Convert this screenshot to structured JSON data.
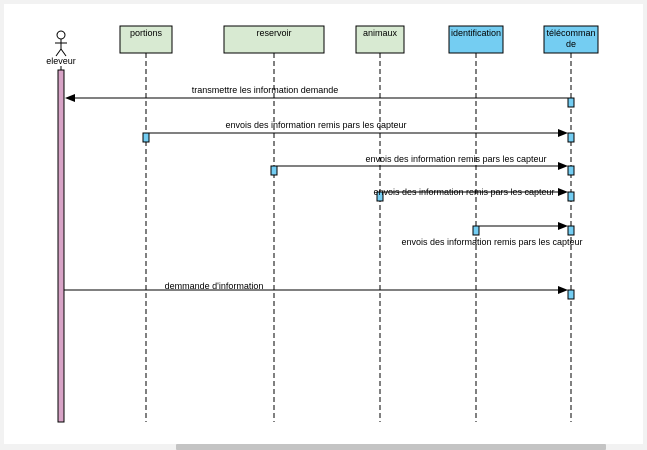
{
  "actor": {
    "name": "eleveur"
  },
  "participants": [
    {
      "name": "portions",
      "color": "#d8ead2"
    },
    {
      "name": "reservoir",
      "color": "#d8ead2"
    },
    {
      "name": "animaux",
      "color": "#d8ead2"
    },
    {
      "name": "identification",
      "color": "#74cdf2"
    },
    {
      "name": "télécommande",
      "color": "#74cdf2"
    }
  ],
  "participant_label_lines": [
    [
      "portions"
    ],
    [
      "reservoir"
    ],
    [
      "animaux"
    ],
    [
      "identification"
    ],
    [
      "télécomman",
      "de"
    ]
  ],
  "messages": [
    {
      "from": "télécommande",
      "to": "eleveur",
      "label": "transmettre les information demande"
    },
    {
      "from": "portions",
      "to": "télécommande",
      "label": "envois des information remis pars les capteur"
    },
    {
      "from": "reservoir",
      "to": "télécommande",
      "label": "envois des information remis pars les capteur"
    },
    {
      "from": "animaux",
      "to": "télécommande",
      "label": "envois des information remis pars les capteur"
    },
    {
      "from": "identification",
      "to": "télécommande",
      "label": "envois des information remis pars les capteur"
    },
    {
      "from": "eleveur",
      "to": "télécommande",
      "label": "demmande d'information"
    }
  ],
  "colors": {
    "actor_activation": "#d7a3c6",
    "activation": "#74cdf2",
    "line": "#000000"
  }
}
